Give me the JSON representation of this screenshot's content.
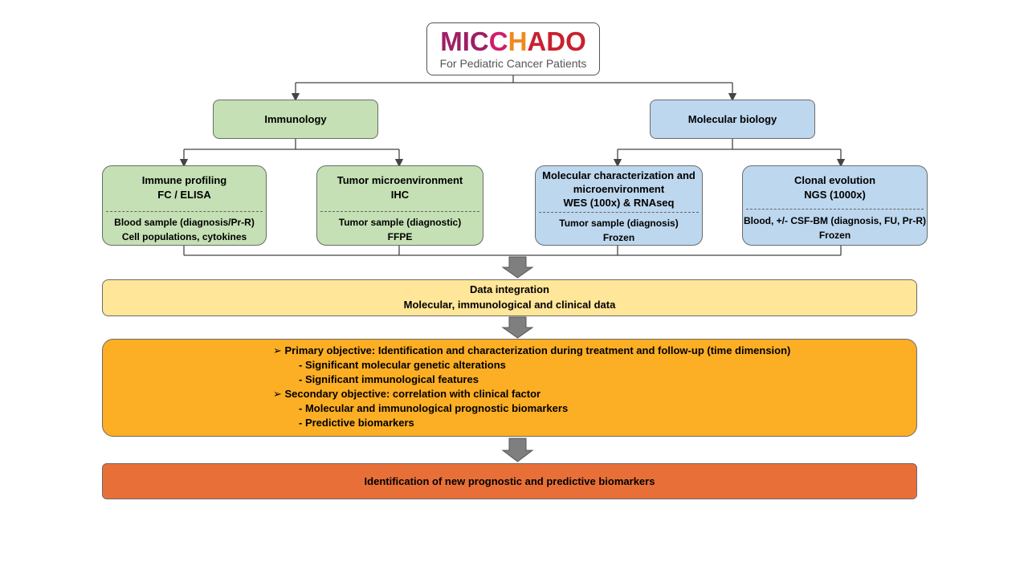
{
  "logo": {
    "parts": [
      {
        "text": "MIC",
        "color": "#9e1f63"
      },
      {
        "text": "C",
        "color": "#d01c6b"
      },
      {
        "text": "H",
        "color": "#f08a1c"
      },
      {
        "text": "ADO",
        "color": "#c8202f"
      }
    ],
    "subtitle": "For Pediatric Cancer Patients"
  },
  "branches": {
    "immunology": "Immunology",
    "molecular_biology": "Molecular biology"
  },
  "immune_profiling": {
    "title1": "Immune profiling",
    "title2": "FC / ELISA",
    "detail1": "Blood sample (diagnosis/Pr-R)",
    "detail2": "Cell populations, cytokines"
  },
  "tumor_microenvironment": {
    "title1": "Tumor microenvironment",
    "title2": "IHC",
    "detail1": "Tumor sample (diagnostic)",
    "detail2": "FFPE"
  },
  "molecular_characterization": {
    "title1": "Molecular characterization and",
    "title2": "microenvironment",
    "title3": "WES (100x) & RNAseq",
    "detail1": "Tumor sample (diagnosis)",
    "detail2": "Frozen"
  },
  "clonal_evolution": {
    "title1": "Clonal evolution",
    "title2": "NGS (1000x)",
    "detail1": "Blood, +/- CSF-BM (diagnosis, FU, Pr-R)",
    "detail2": "Frozen"
  },
  "data_integration": {
    "title": "Data integration",
    "subtitle": "Molecular, immunological and clinical data"
  },
  "objectives": {
    "primary": "Primary objective: Identification and characterization during treatment and follow-up (time dimension)",
    "primary_items": [
      "- Significant molecular genetic alterations",
      "- Significant immunological features"
    ],
    "secondary": "Secondary objective: correlation with clinical factor",
    "secondary_items": [
      "- Molecular and immunological prognostic biomarkers",
      "- Predictive biomarkers"
    ]
  },
  "final": "Identification of new prognostic and predictive biomarkers"
}
